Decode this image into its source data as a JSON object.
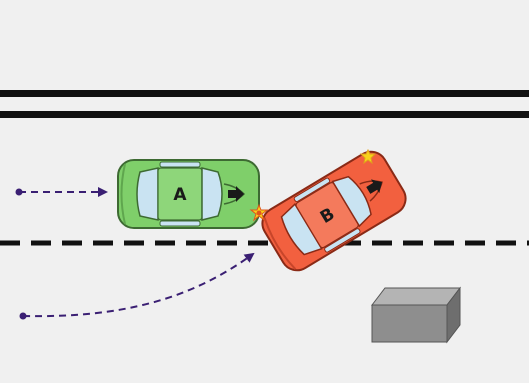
{
  "colors": {
    "background": "#f0f0f0",
    "road_line": "#111111",
    "trajectory": "#3a1f73",
    "car_a": "#7fcf6a",
    "car_b": "#f2603f",
    "window": "#c9e3f2",
    "obstacle_front": "#8e8e8e",
    "obstacle_top": "#b4b4b4",
    "impact": "#f7d21a"
  },
  "cars": [
    {
      "label": "A",
      "color_key": "car_a"
    },
    {
      "label": "B",
      "color_key": "car_b"
    }
  ],
  "icons": [
    "arrow-icon",
    "impact-star-icon"
  ]
}
